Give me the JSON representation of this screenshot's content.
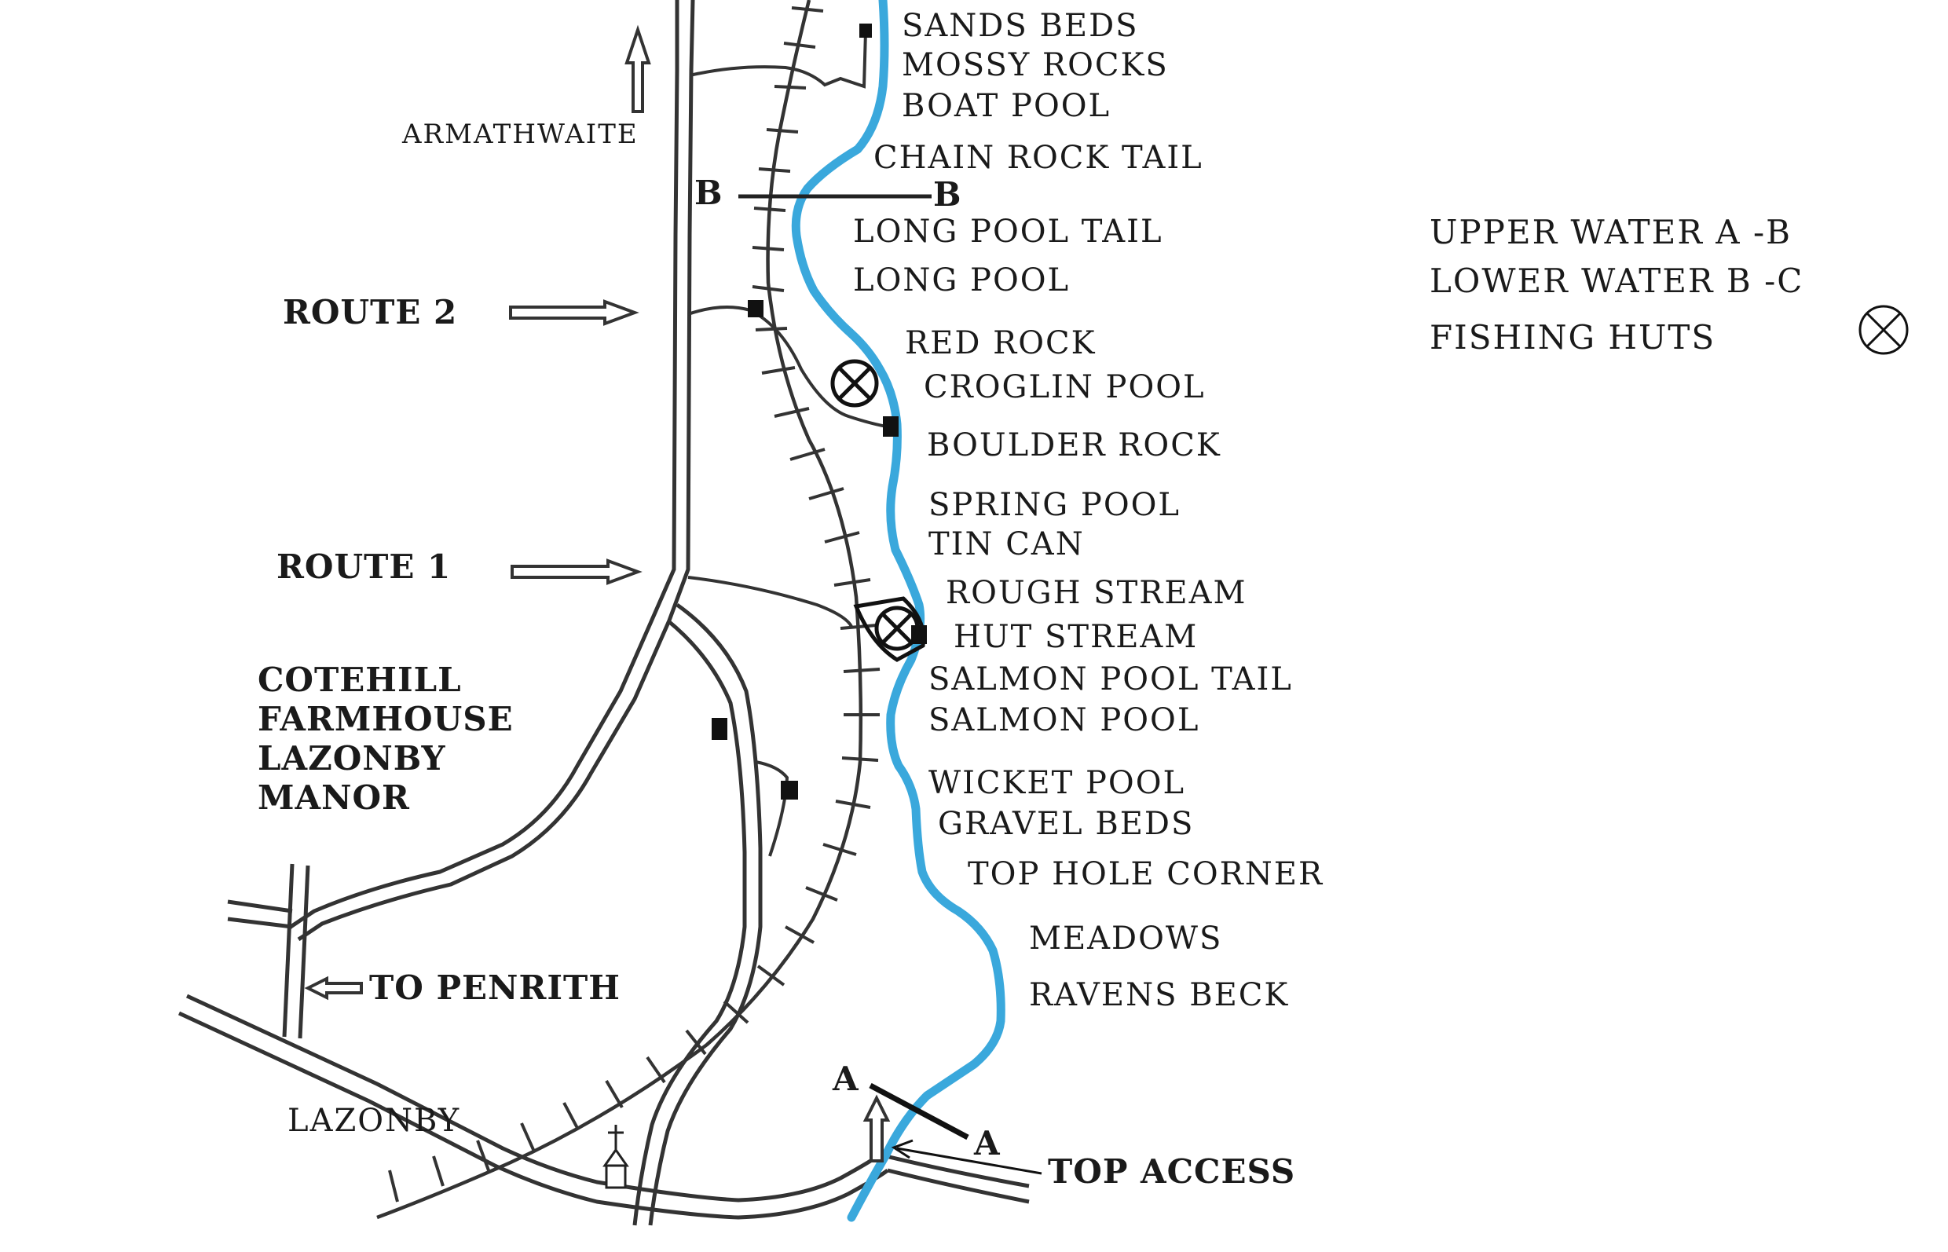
{
  "places": {
    "armathwaite": "ARMATHWAITE",
    "route2": "ROUTE 2",
    "route1": "ROUTE 1",
    "cotehill": "COTEHILL",
    "farmhouse": "FARMHOUSE",
    "lazonby_manor_1": "LAZONBY",
    "lazonby_manor_2": "MANOR",
    "to_penrith": "TO PENRITH",
    "lazonby": "LAZONBY",
    "top_access": "TOP ACCESS"
  },
  "markers": {
    "b_left": "B",
    "b_right": "B",
    "a_top": "A",
    "a_bottom": "A"
  },
  "pools": [
    "SANDS BEDS",
    "MOSSY ROCKS",
    "BOAT POOL",
    "CHAIN ROCK TAIL",
    "LONG POOL TAIL",
    "LONG POOL",
    "RED ROCK",
    "CROGLIN POOL",
    "BOULDER ROCK",
    "SPRING POOL",
    "TIN CAN",
    "ROUGH STREAM",
    "HUT STREAM",
    "SALMON POOL TAIL",
    "SALMON POOL",
    "WICKET POOL",
    "GRAVEL BEDS",
    "TOP HOLE CORNER",
    "MEADOWS",
    "RAVENS BECK"
  ],
  "legend": {
    "upper_water": "UPPER WATER  A -B",
    "lower_water": "LOWER WATER B -C",
    "fishing_huts": "FISHING HUTS"
  },
  "colors": {
    "river": "#3aa8dc"
  },
  "icons": {
    "fishing_hut": "circled-x-icon",
    "church": "church-icon",
    "north_arrow": "arrow-up-icon"
  }
}
